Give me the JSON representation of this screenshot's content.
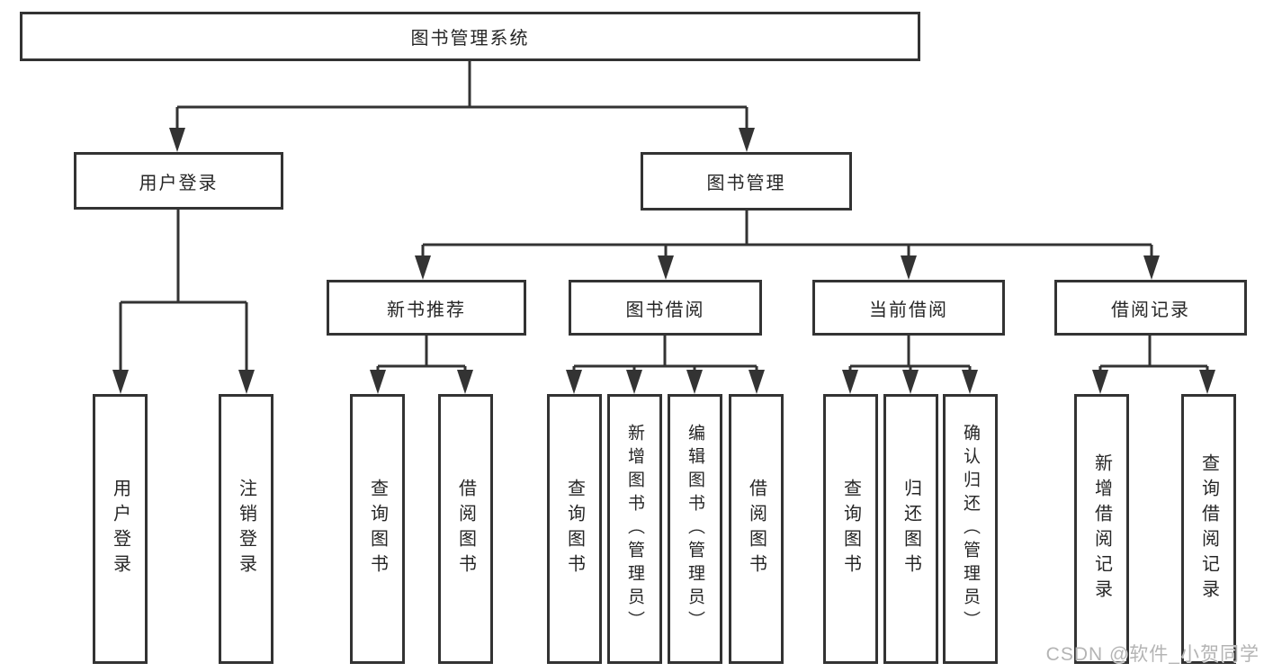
{
  "tree": {
    "label": "图书管理系统",
    "children": [
      {
        "label": "用户登录",
        "children": [
          {
            "label": "用户登录"
          },
          {
            "label": "注销登录"
          }
        ]
      },
      {
        "label": "图书管理",
        "children": [
          {
            "label": "新书推荐",
            "children": [
              {
                "label": "查询图书"
              },
              {
                "label": "借阅图书"
              }
            ]
          },
          {
            "label": "图书借阅",
            "children": [
              {
                "label": "查询图书"
              },
              {
                "label": "新增图书（管理员）"
              },
              {
                "label": "编辑图书（管理员）"
              },
              {
                "label": "借阅图书"
              }
            ]
          },
          {
            "label": "当前借阅",
            "children": [
              {
                "label": "查询图书"
              },
              {
                "label": "归还图书"
              },
              {
                "label": "确认归还（管理员）"
              }
            ]
          },
          {
            "label": "借阅记录",
            "children": [
              {
                "label": "新增借阅记录"
              },
              {
                "label": "查询借阅记录"
              }
            ]
          }
        ]
      }
    ]
  },
  "watermark": {
    "text": "CSDN @软件_小贺同学"
  },
  "colors": {
    "line": "#333333",
    "box_border": "#333333",
    "text": "#262626",
    "background": "#ffffff",
    "watermark": "#b4b4b4"
  }
}
